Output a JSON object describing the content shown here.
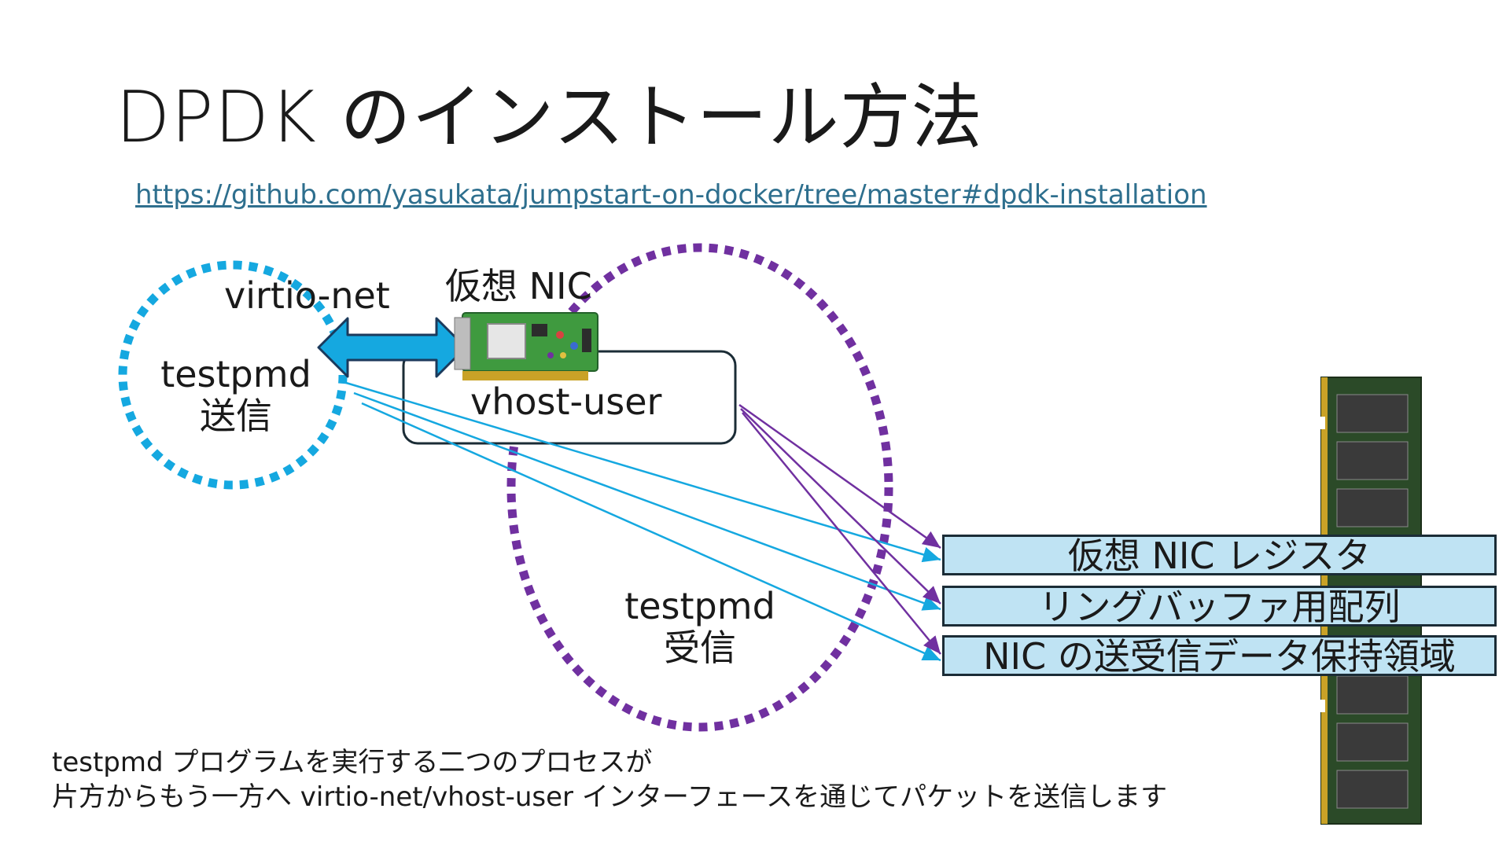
{
  "slide": {
    "title": "DPDK のインストール方法",
    "link": "https://github.com/yasukata/jumpstart-on-docker/tree/master#dpdk-installation"
  },
  "diagram": {
    "virtio_label": "virtio-net",
    "vnic_label": "仮想 NIC",
    "sender_name": "testpmd",
    "sender_role": "送信",
    "vhost_label": "vhost-user",
    "receiver_name": "testpmd",
    "receiver_role": "受信",
    "memory_regions": [
      "仮想 NIC レジスタ",
      "リングバッファ用配列",
      "NIC の送受信データ保持領域"
    ]
  },
  "caption": {
    "line1": "testpmd プログラムを実行する二つのプロセスが",
    "line2": "片方からもう一方へ virtio-net/vhost-user インターフェースを通じてパケットを送信します"
  },
  "colors": {
    "sender": "#15a8e0",
    "receiver": "#7030a0",
    "region_fill": "#bfe3f3",
    "link": "#2e6f8e"
  }
}
